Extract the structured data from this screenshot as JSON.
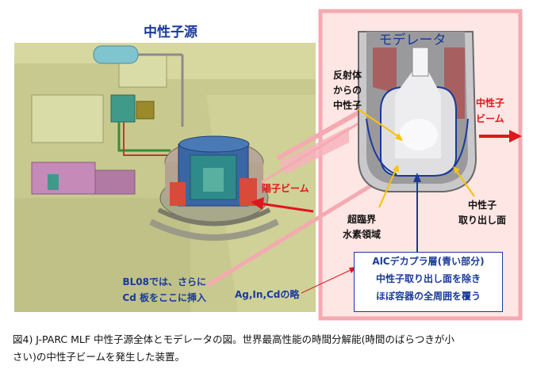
{
  "titles": {
    "left": "中性子源",
    "right": "モデレータ"
  },
  "labels": {
    "reflector_line1": "反射体",
    "reflector_line2": "からの",
    "reflector_line3": "中性子",
    "neutron_beam_line1": "中性子",
    "neutron_beam_line2": "ビーム",
    "proton_beam": "陽子ビーム",
    "supercritical_line1": "超臨界",
    "supercritical_line2": "水素領域",
    "extraction_line1": "中性子",
    "extraction_line2": "取り出し面",
    "bl08_line1": "BL08では、さらに",
    "bl08_line2": "Cd  板をここに挿入",
    "ag_note": "Ag,In,Cdの略"
  },
  "info_box": {
    "line1": "AlCデカプラ層(青い部分)",
    "line2": "中性子取り出し面を除き",
    "line3": "ほぼ容器の全周囲を覆う"
  },
  "caption": {
    "line1": "図4)  J-PARC  MLF 中性子源全体とモデレータの図。世界最高性能の時間分解能(時間のばらつきが小",
    "line2": "さい)の中性子ビームを発生した装置。"
  },
  "colors": {
    "title_blue": "#1a3a9a",
    "accent_red": "#e0161d",
    "pink_frame": "#f5a9b0",
    "pink_bg": "#fde6e3"
  }
}
